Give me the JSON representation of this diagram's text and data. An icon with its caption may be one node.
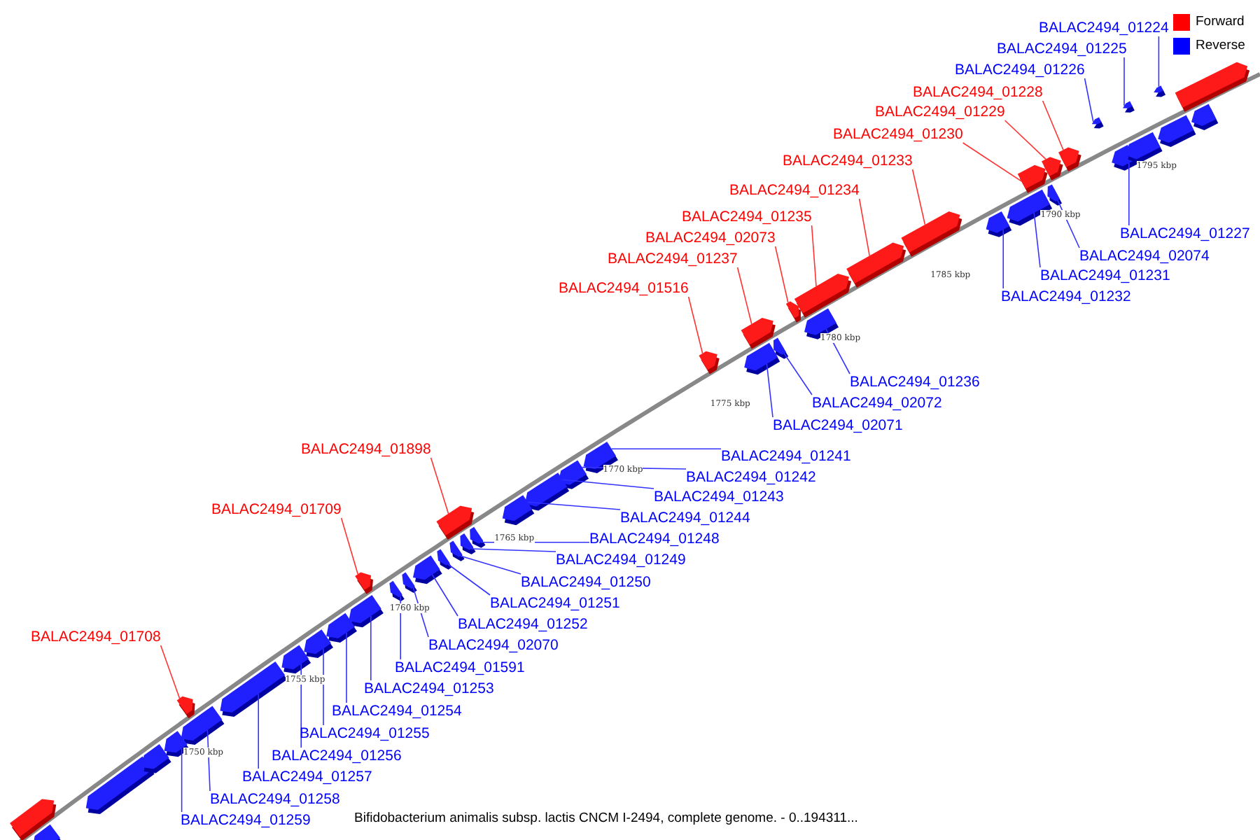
{
  "diagram": {
    "caption": "Bifidobacterium animalis subsp. lactis CNCM I-2494, complete genome. - 0..194311...",
    "nodes": [
      {
        "text": [
          "BALAC2494_01224"
        ]
      },
      {
        "text": [
          "BALAC2494_01225"
        ]
      },
      {
        "text": [
          "BALAC2494_01226"
        ]
      },
      {
        "text": [
          "BALAC2494_01228"
        ]
      },
      {
        "text": [
          "BALAC2494_01229"
        ]
      },
      {
        "text": [
          "BALAC2494_01230"
        ]
      },
      {
        "text": [
          "BALAC2494_01233"
        ]
      },
      {
        "text": [
          "BALAC2494_01234"
        ]
      },
      {
        "text": [
          "BALAC2494_01235"
        ]
      },
      {
        "text": [
          "BALAC2494_01227"
        ]
      },
      {
        "text": [
          "BALAC2494_02073"
        ]
      },
      {
        "text": [
          "BALAC2494_02074"
        ]
      },
      {
        "text": [
          "BALAC2494_01237"
        ]
      },
      {
        "text": [
          "BALAC2494_01231"
        ]
      },
      {
        "text": [
          "BALAC2494_01516"
        ]
      },
      {
        "text": [
          "BALAC2494_01232"
        ]
      },
      {
        "text": [
          "BALAC2494_01236"
        ]
      },
      {
        "text": [
          "BALAC2494_02072"
        ]
      },
      {
        "text": [
          "BALAC2494_02071"
        ]
      },
      {
        "text": [
          "BALAC2494_01898"
        ]
      },
      {
        "text": [
          "BALAC2494_01241"
        ]
      },
      {
        "text": [
          "BALAC2494_01242"
        ]
      },
      {
        "text": [
          "BALAC2494_01243"
        ]
      },
      {
        "text": [
          "BALAC2494_01709"
        ]
      },
      {
        "text": [
          "BALAC2494_01244"
        ]
      },
      {
        "text": [
          "BALAC2494_01248"
        ]
      },
      {
        "text": [
          "BALAC2494_01249"
        ]
      },
      {
        "text": [
          "BALAC2494_01250"
        ]
      },
      {
        "text": [
          "BALAC2494_01251"
        ]
      },
      {
        "text": [
          "BALAC2494_01252"
        ]
      },
      {
        "text": [
          "BALAC2494_01708"
        ]
      },
      {
        "text": [
          "BALAC2494_02070"
        ]
      },
      {
        "text": [
          "BALAC2494_01591"
        ]
      },
      {
        "text": [
          "BALAC2494_01253"
        ]
      },
      {
        "text": [
          "BALAC2494_01254"
        ]
      },
      {
        "text": [
          "BALAC2494_01255"
        ]
      },
      {
        "text": [
          "BALAC2494_01256"
        ]
      },
      {
        "text": [
          "BALAC2494_01257"
        ]
      },
      {
        "text": [
          "BALAC2494_01258"
        ]
      },
      {
        "text": [
          "BALAC2494_01259"
        ]
      },
      {
        "text": [],
        "shape": "bar"
      },
      {
        "text": [],
        "shape": "bar"
      },
      {
        "text": [],
        "shape": "bar"
      },
      {
        "text": [],
        "shape": "bar"
      },
      {
        "text": [],
        "shape": "bar"
      },
      {
        "text": [],
        "shape": "bar"
      },
      {
        "text": [],
        "shape": "bar"
      },
      {
        "text": [],
        "shape": "bar"
      },
      {
        "text": [],
        "shape": "bar"
      },
      {
        "text": [],
        "shape": "bar"
      },
      {
        "text": [],
        "shape": "bar"
      },
      {
        "text": [],
        "shape": "bar"
      },
      {
        "text": [],
        "shape": "bar"
      },
      {
        "text": [],
        "shape": "bar"
      },
      {
        "text": [],
        "shape": "bar"
      },
      {
        "text": [],
        "shape": "bar"
      },
      {
        "text": [],
        "shape": "bar"
      },
      {
        "text": [],
        "shape": "bar"
      },
      {
        "text": [],
        "shape": "bar"
      },
      {
        "text": [],
        "shape": "bar"
      },
      {
        "text": [],
        "shape": "bar"
      },
      {
        "text": [],
        "shape": "bar"
      },
      {
        "text": [],
        "shape": "bar"
      },
      {
        "text": [],
        "shape": "bar"
      },
      {
        "text": [],
        "shape": "bar"
      },
      {
        "text": [],
        "shape": "bar"
      },
      {
        "text": [],
        "shape": "bar"
      },
      {
        "text": [],
        "shape": "bar"
      },
      {
        "text": [],
        "shape": "bar"
      },
      {
        "text": [],
        "shape": "bar"
      },
      {
        "text": [],
        "shape": "bar"
      },
      {
        "text": [],
        "shape": "bar"
      },
      {
        "text": [],
        "shape": "bar"
      },
      {
        "text": [],
        "shape": "bar"
      },
      {
        "text": [],
        "shape": "bar"
      },
      {
        "text": [],
        "shape": "bar"
      },
      {
        "text": [],
        "shape": "bar"
      },
      {
        "text": [],
        "shape": "bar"
      },
      {
        "text": [],
        "shape": "bar"
      },
      {
        "text": [],
        "shape": "bar"
      },
      {
        "text": [],
        "shape": "bar"
      },
      {
        "text": [],
        "shape": "bar"
      },
      {
        "text": [],
        "shape": "bar"
      },
      {
        "text": [],
        "shape": "bar"
      },
      {
        "text": [],
        "shape": "bar"
      },
      {
        "text": [],
        "shape": "bar"
      },
      {
        "text": [],
        "shape": "bar"
      },
      {
        "text": [],
        "shape": "bar"
      }
    ],
    "edges": [
      {
        "from": 0,
        "to": 40,
        "arrow": "none"
      },
      {
        "from": 1,
        "to": 41,
        "arrow": "none"
      },
      {
        "from": 2,
        "to": 42,
        "arrow": "none"
      },
      {
        "from": 3,
        "to": 43,
        "arrow": "none",
        "color": "#ff3333"
      },
      {
        "from": 4,
        "to": 44,
        "arrow": "none",
        "color": "#ff3333"
      },
      {
        "from": 5,
        "to": 45,
        "arrow": "none",
        "color": "#ff3333"
      },
      {
        "from": 6,
        "to": 46,
        "arrow": "none",
        "color": "#ff3333"
      },
      {
        "from": 7,
        "to": 47,
        "arrow": "none",
        "color": "#ff3333"
      },
      {
        "from": 8,
        "to": 48,
        "arrow": "none",
        "color": "#ff3333"
      },
      {
        "from": 9,
        "to": 49,
        "arrow": "none"
      },
      {
        "from": 10,
        "to": 50,
        "arrow": "none",
        "color": "#ff3333"
      },
      {
        "from": 11,
        "to": 51,
        "arrow": "none"
      },
      {
        "from": 12,
        "to": 52,
        "arrow": "none",
        "color": "#ff3333"
      },
      {
        "from": 13,
        "to": 53,
        "arrow": "none"
      },
      {
        "from": 14,
        "to": 54,
        "arrow": "none",
        "color": "#ff3333"
      },
      {
        "from": 15,
        "to": 55,
        "arrow": "none"
      },
      {
        "from": 16,
        "to": 56,
        "arrow": "none"
      },
      {
        "from": 17,
        "to": 57,
        "arrow": "none"
      },
      {
        "from": 18,
        "to": 58,
        "arrow": "none"
      },
      {
        "from": 19,
        "to": 59,
        "arrow": "none",
        "color": "#ff3333"
      },
      {
        "from": 20,
        "to": 60,
        "arrow": "none"
      },
      {
        "from": 21,
        "to": 61,
        "arrow": "none"
      },
      {
        "from": 22,
        "to": 62,
        "arrow": "none"
      },
      {
        "from": 23,
        "to": 63,
        "arrow": "none",
        "color": "#ff3333"
      },
      {
        "from": 24,
        "to": 64,
        "arrow": "none"
      },
      {
        "from": 25,
        "to": 65,
        "arrow": "none"
      },
      {
        "from": 26,
        "to": 66,
        "arrow": "none"
      },
      {
        "from": 27,
        "to": 67,
        "arrow": "none"
      },
      {
        "from": 28,
        "to": 68,
        "arrow": "none"
      },
      {
        "from": 29,
        "to": 69,
        "arrow": "none"
      },
      {
        "from": 30,
        "to": 70,
        "arrow": "none",
        "color": "#ff3333"
      },
      {
        "from": 31,
        "to": 71,
        "arrow": "none"
      },
      {
        "from": 32,
        "to": 72,
        "arrow": "none"
      },
      {
        "from": 33,
        "to": 73,
        "arrow": "none"
      },
      {
        "from": 34,
        "to": 74,
        "arrow": "none"
      },
      {
        "from": 35,
        "to": 75,
        "arrow": "none"
      },
      {
        "from": 36,
        "to": 76,
        "arrow": "none"
      },
      {
        "from": 37,
        "to": 77,
        "arrow": "none"
      },
      {
        "from": 38,
        "to": 78,
        "arrow": "none"
      },
      {
        "from": 39,
        "to": 79,
        "arrow": "none"
      }
    ],
    "labels": [
      "1795 kbp",
      "1790 kbp",
      "1785 kbp",
      "1780 kbp",
      "1775 kbp",
      "1770 kbp",
      "1765 kbp",
      "1760 kbp",
      "1755 kbp",
      "1750 kbp"
    ],
    "legend": [
      {
        "text": "Forward",
        "color": "#ff0000"
      },
      {
        "text": "Reverse",
        "color": "#0000ff"
      }
    ]
  }
}
